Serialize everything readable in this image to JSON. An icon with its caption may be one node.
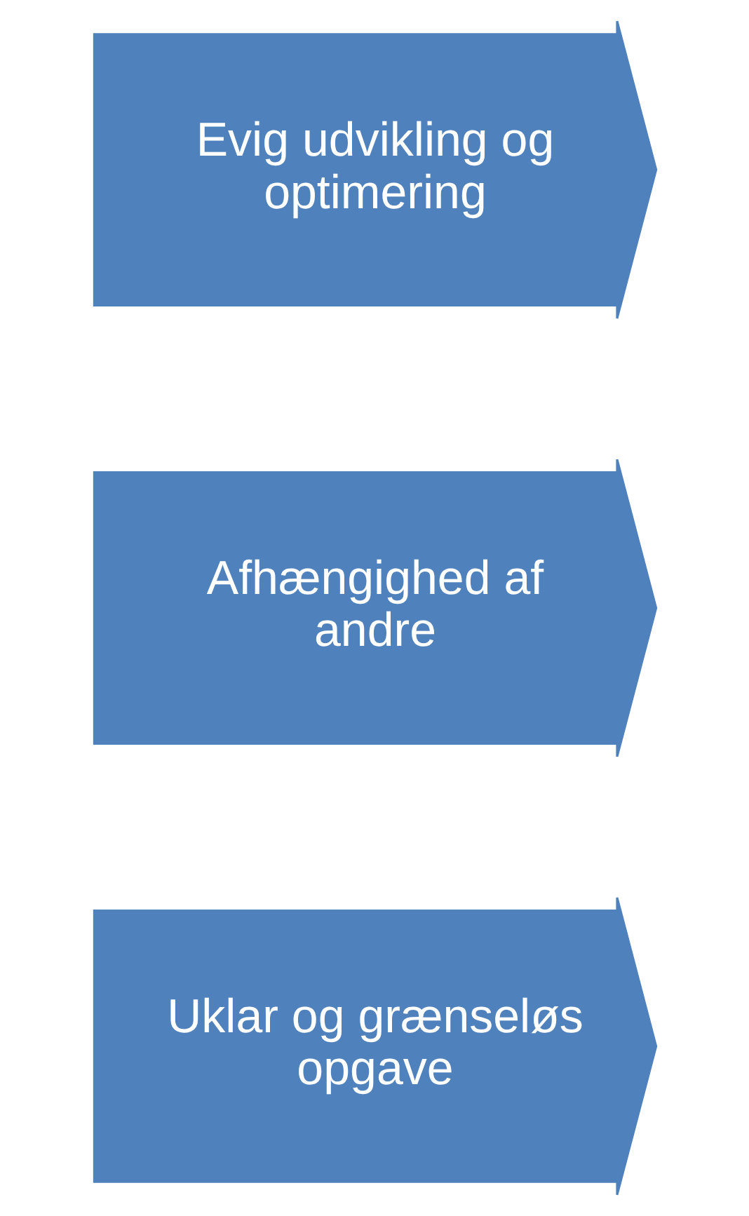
{
  "diagram": {
    "nodes": [
      {
        "text": [
          "Uklar og grænseløs opgave"
        ]
      },
      {
        "text": [
          "Afhængighed af andre"
        ]
      },
      {
        "text": [
          "Evig udvikling og optimering"
        ]
      }
    ]
  }
}
